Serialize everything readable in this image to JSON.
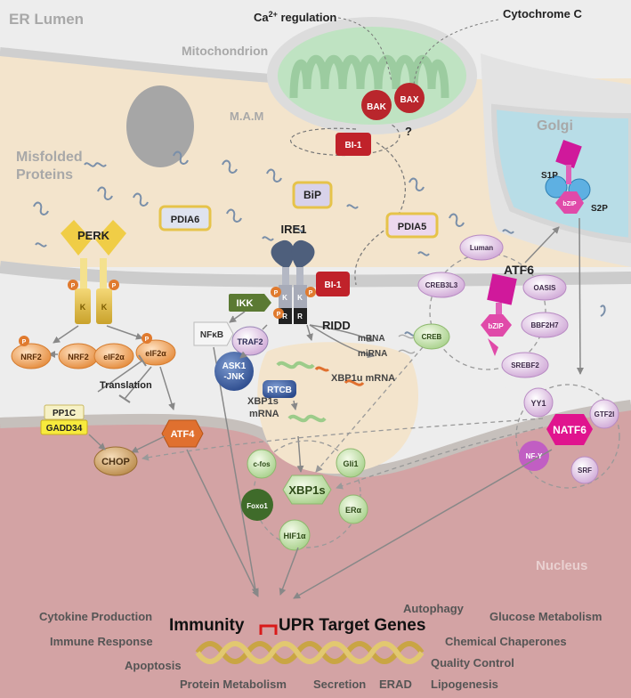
{
  "regions": {
    "er_lumen": "ER Lumen",
    "mitochondrion": "Mitochondrion",
    "mam": "M.A.M",
    "misfolded_line1": "Misfolded",
    "misfolded_line2": "Proteins",
    "golgi": "Golgi",
    "nucleus": "Nucleus"
  },
  "mito": {
    "ca_regulation_prefix": "Ca",
    "ca_regulation_sup": "2+",
    "ca_regulation_suffix": " regulation",
    "cytochrome_c": "Cytochrome C",
    "bak": "BAK",
    "bax": "BAX",
    "question": "?"
  },
  "chaperones": {
    "bip": "BiP",
    "pdia6": "PDIA6",
    "pdia5": "PDIA5"
  },
  "perk": {
    "title": "PERK",
    "kinase": "K",
    "phospho": "P",
    "nrf2_p": "NRF2",
    "nrf2": "NRF2",
    "eif2a": "eIF2α",
    "eif2a_p": "eIF2α",
    "translation": "Translation",
    "atf4": "ATF4",
    "chop": "CHOP",
    "pp1c": "PP1C",
    "gadd34": "GADD34"
  },
  "ire1": {
    "title": "IRE1",
    "bi1_top": "BI-1",
    "bi1": "BI-1",
    "ikk": "IKK",
    "kinase": "K",
    "rnase": "R",
    "nfkb": "NFκB",
    "traf2": "TRAF2",
    "ask1_line1": "ASK1",
    "ask1_line2": "-JNK",
    "rtcb": "RTCB",
    "ridd": "RIDD",
    "mrna": "mRNA",
    "mirna": "miRNA",
    "xbp1u": "XBP1u mRNA",
    "xbp1s_line1": "XBP1s",
    "xbp1s_line2": "mRNA"
  },
  "xbp1s_complex": {
    "center": "XBP1s",
    "partners": [
      "c-fos",
      "Gli1",
      "Foxo1",
      "ERα",
      "HIF1α"
    ]
  },
  "atf6": {
    "title": "ATF6",
    "bzip": "bZIP",
    "partners": [
      "Luman",
      "CREB3L3",
      "OASIS",
      "BBF2H7",
      "CREB",
      "SREBF2"
    ],
    "s1p": "S1P",
    "s2p": "S2P",
    "golgi_bzip": "bZIP"
  },
  "natf6_complex": {
    "center": "NATF6",
    "partners": [
      "YY1",
      "GTF2I",
      "NF-Y",
      "SRF"
    ]
  },
  "target_genes": {
    "immunity": "Immunity",
    "upr": "UPR Target Genes",
    "outcomes": [
      "Cytokine Production",
      "Immune Response",
      "Apoptosis",
      "Protein Metabolism",
      "Secretion",
      "ERAD",
      "Autophagy",
      "Glucose Metabolism",
      "Chemical Chaperones",
      "Quality Control",
      "Lipogenesis"
    ]
  },
  "colors": {
    "er_lumen_bg": "#f3e4cc",
    "nucleus_bg": "#d3a3a4",
    "membrane": "#cccccc",
    "mito_green": "#bfe3c2",
    "golgi_blue": "#b8dde7",
    "red": "#c0222a",
    "atf6_magenta": "#d0199b",
    "label_grey": "#a8a8a8",
    "dark_text": "#333333"
  }
}
